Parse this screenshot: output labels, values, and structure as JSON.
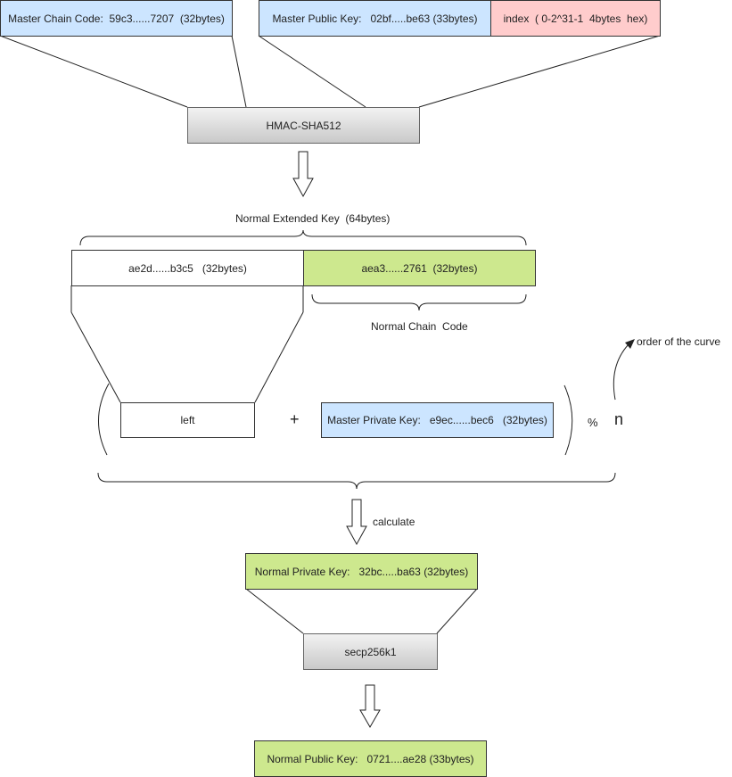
{
  "inputs": {
    "master_chain_code": "Master Chain Code:  59c3......7207  (32bytes)",
    "master_public_key": "Master Public Key:   02bf.....be63 (33bytes)",
    "index": "index  ( 0-2^31-1  4bytes  hex)"
  },
  "hmac": {
    "label": "HMAC-SHA512"
  },
  "extended_key": {
    "title": "Normal Extended Key  (64bytes)",
    "left_value": "ae2d......b3c5   (32bytes)",
    "right_value": "aea3......2761  (32bytes)",
    "chain_code_label": "Normal Chain  Code"
  },
  "formula": {
    "left": "left",
    "plus": "+",
    "master_private_key": "Master Private Key:   e9ec......bec6   (32bytes)",
    "percent": "%",
    "n": "n",
    "n_note": "order of the curve"
  },
  "calculate": {
    "label": "calculate"
  },
  "private_key": {
    "label": "Normal Private Key:   32bc.....ba63 (32bytes)"
  },
  "secp": {
    "label": "secp256k1"
  },
  "public_key": {
    "label": "Normal Public Key:   0721....ae28 (33bytes)"
  },
  "colors": {
    "blue": "#cce5ff",
    "pink": "#ffcccc",
    "green": "#cde88e",
    "gray": "#d9d9d9"
  }
}
